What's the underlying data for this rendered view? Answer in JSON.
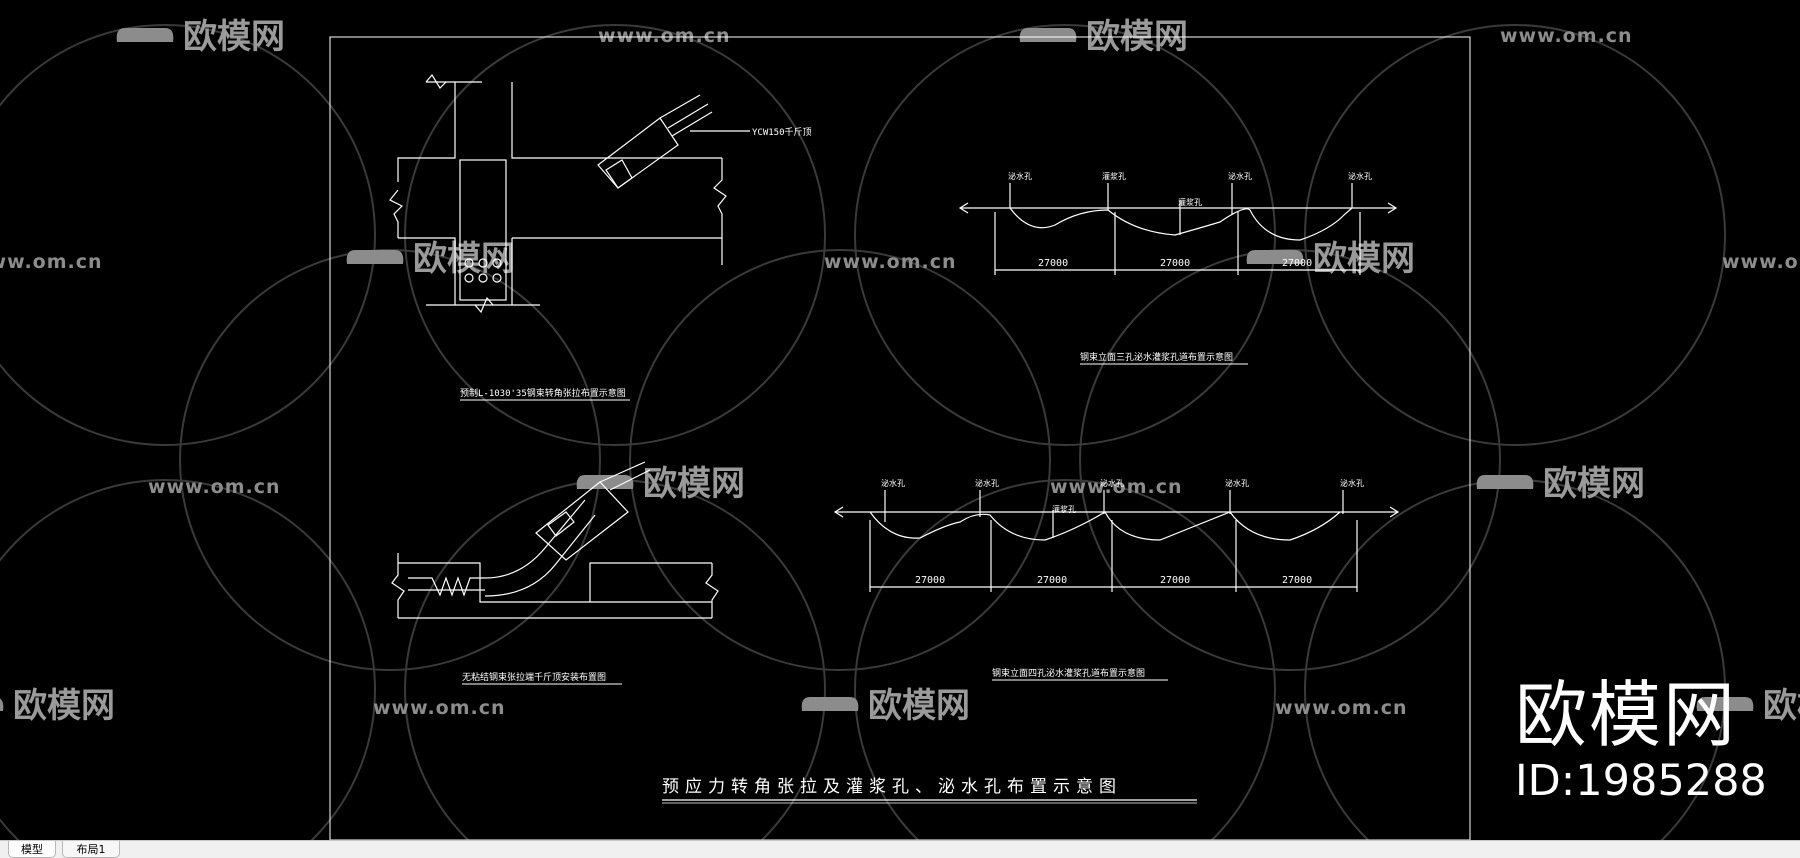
{
  "drawing": {
    "title": "预应力转角张拉及灌浆孔、泌水孔布置示意图",
    "detail_top_left": {
      "callout": "YCW150千斤顶",
      "caption": "预制L-1030'35钢束转角张拉布置示意图"
    },
    "detail_bottom_left": {
      "caption": "无粘结钢束张拉端千斤顶安装布置图"
    },
    "profile_top": {
      "caption": "钢束立面三孔泌水灌浆孔道布置示意图",
      "span_labels": [
        "27000",
        "27000",
        "27000"
      ],
      "markers": [
        "泌水孔",
        "灌浆孔",
        "灌浆孔",
        "泌水孔",
        "泌水孔"
      ]
    },
    "profile_bottom": {
      "caption": "钢束立面四孔泌水灌浆孔道布置示意图",
      "span_labels": [
        "27000",
        "27000",
        "27000",
        "27000"
      ],
      "markers": [
        "泌水孔",
        "泌水孔",
        "灌浆孔",
        "泌水孔",
        "泌水孔",
        "泌水孔"
      ]
    }
  },
  "watermark": {
    "logo_text": "欧模网",
    "url_text": "www.om.cn"
  },
  "brand": {
    "name": "欧模网",
    "id": "ID:1985288"
  },
  "tabs": {
    "model": "模型",
    "layout1": "布局1"
  }
}
